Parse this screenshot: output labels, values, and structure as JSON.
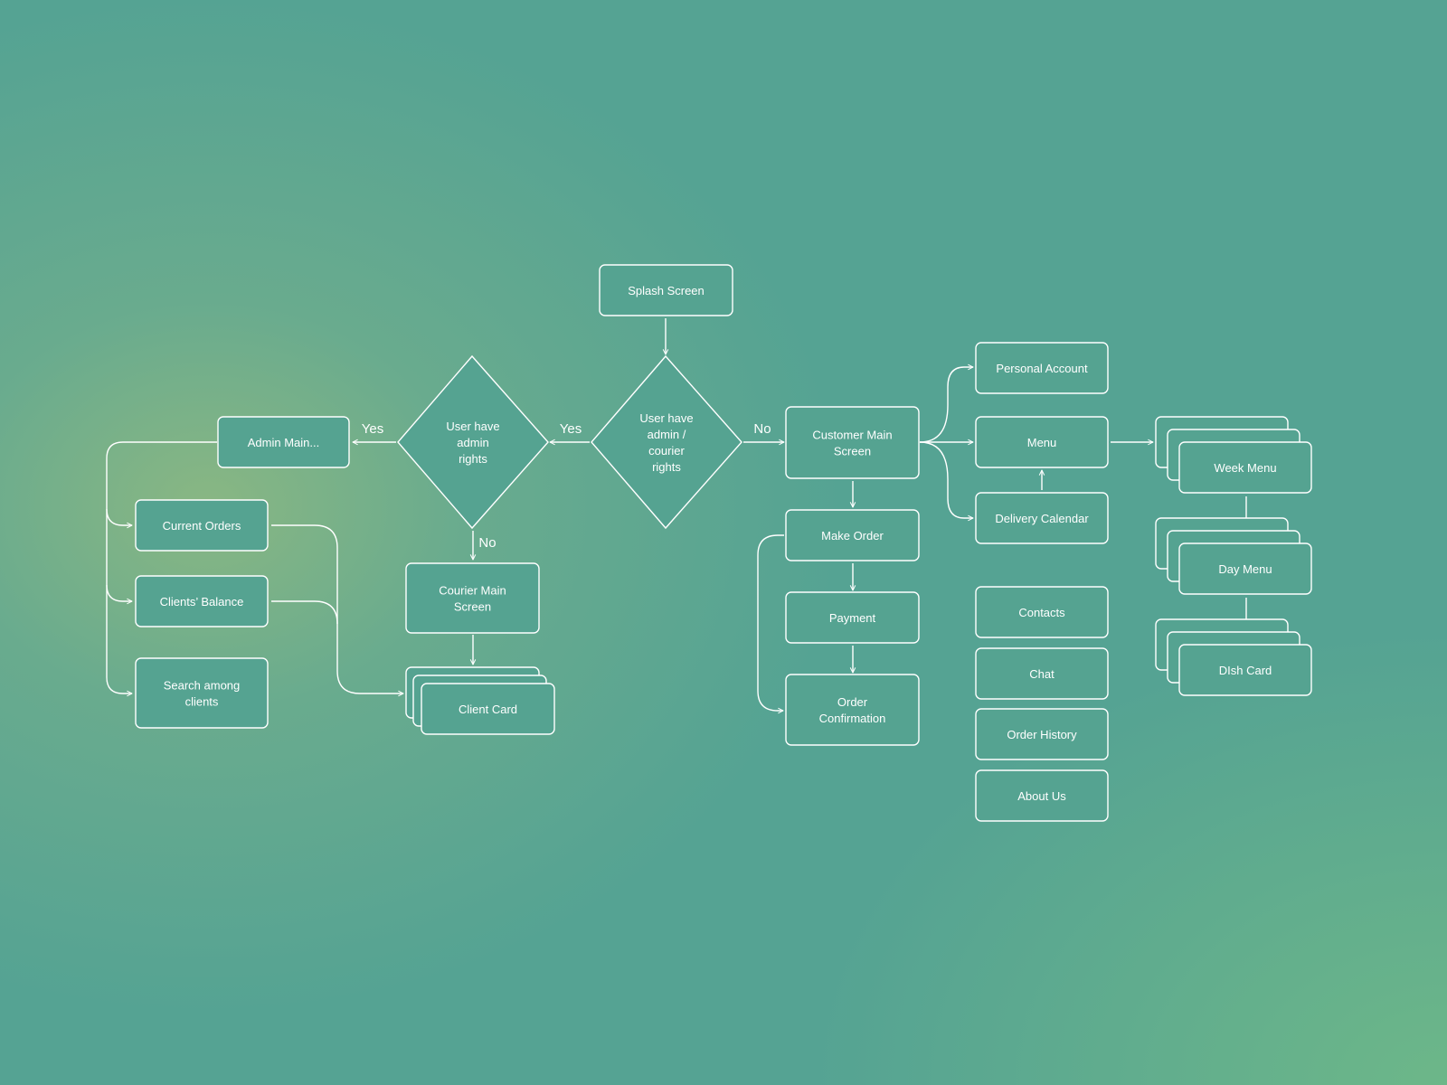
{
  "nodes": {
    "splash": [
      "Splash Screen"
    ],
    "decision_admin_courier": [
      "User have",
      "admin /",
      "courier",
      "rights"
    ],
    "decision_admin": [
      "User have",
      "admin",
      "rights"
    ],
    "admin_main": [
      "Admin Main..."
    ],
    "current_orders": [
      "Current Orders"
    ],
    "clients_balance": [
      "Clients’ Balance"
    ],
    "search_clients": [
      "Search among",
      "clients"
    ],
    "courier_main": [
      "Courier Main",
      "Screen"
    ],
    "client_card": [
      "Client Card"
    ],
    "customer_main": [
      "Customer Main",
      "Screen"
    ],
    "make_order": [
      "Make Order"
    ],
    "payment": [
      "Payment"
    ],
    "order_confirmation": [
      "Order",
      "Confirmation"
    ],
    "personal_account": [
      "Personal Account"
    ],
    "menu": [
      "Menu"
    ],
    "delivery_calendar": [
      "Delivery Calendar"
    ],
    "contacts": [
      "Contacts"
    ],
    "chat": [
      "Chat"
    ],
    "order_history": [
      "Order History"
    ],
    "about_us": [
      "About Us"
    ],
    "week_menu": [
      "Week Menu"
    ],
    "day_menu": [
      "Day Menu"
    ],
    "dish_card": [
      "DIsh Card"
    ]
  },
  "edge_labels": {
    "yes_admin": "Yes",
    "yes_courier": "Yes",
    "no_customer": "No",
    "no_courier": "No"
  },
  "colors": {
    "node_fill": "#55a391",
    "stroke": "#ffffff",
    "background": "#55a393"
  }
}
